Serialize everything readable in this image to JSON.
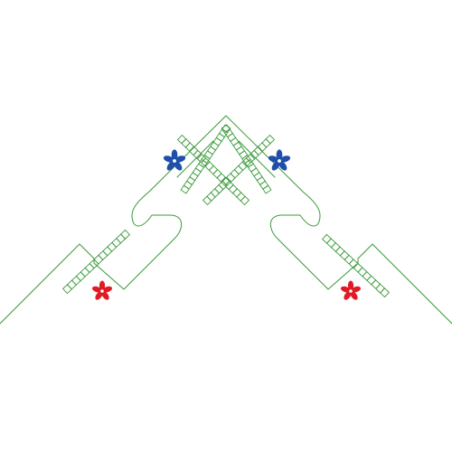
{
  "design": {
    "kind": "embroidery-border-corner",
    "colors": {
      "outline": "#3a9a3a",
      "flower_blue": "#1f4fa8",
      "flower_red": "#e01b24",
      "background": "#ffffff"
    },
    "flowers": [
      {
        "name": "blue-flower-left",
        "color": "#1f4fa8"
      },
      {
        "name": "blue-flower-right",
        "color": "#1f4fa8"
      },
      {
        "name": "red-flower-left",
        "color": "#e01b24"
      },
      {
        "name": "red-flower-right",
        "color": "#e01b24"
      }
    ]
  }
}
